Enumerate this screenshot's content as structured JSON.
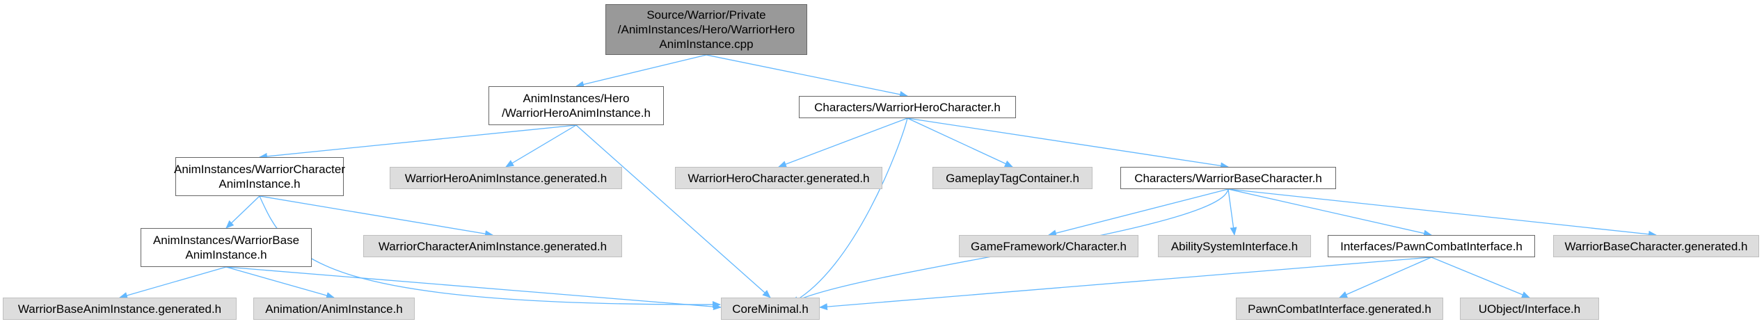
{
  "colors": {
    "root_fill": "#999999",
    "local_fill": "#ffffff",
    "external_fill": "#dddddd",
    "edge": "#63b8ff"
  },
  "nodes": {
    "root": {
      "label": "Source/Warrior/Private\n/AnimInstances/Hero/WarriorHero\nAnimInstance.cpp",
      "kind": "root"
    },
    "heroAnimH": {
      "label": "AnimInstances/Hero\n/WarriorHeroAnimInstance.h",
      "kind": "local"
    },
    "heroCharH": {
      "label": "Characters/WarriorHeroCharacter.h",
      "kind": "local"
    },
    "charAnimH": {
      "label": "AnimInstances/WarriorCharacter\nAnimInstance.h",
      "kind": "local"
    },
    "heroAnimGen": {
      "label": "WarriorHeroAnimInstance.generated.h",
      "kind": "external"
    },
    "heroCharGen": {
      "label": "WarriorHeroCharacter.generated.h",
      "kind": "external"
    },
    "tagContainer": {
      "label": "GameplayTagContainer.h",
      "kind": "external"
    },
    "baseCharH": {
      "label": "Characters/WarriorBaseCharacter.h",
      "kind": "local"
    },
    "baseAnimH": {
      "label": "AnimInstances/WarriorBase\nAnimInstance.h",
      "kind": "local"
    },
    "charAnimGen": {
      "label": "WarriorCharacterAnimInstance.generated.h",
      "kind": "external"
    },
    "gfChar": {
      "label": "GameFramework/Character.h",
      "kind": "external"
    },
    "abilityIf": {
      "label": "AbilitySystemInterface.h",
      "kind": "external"
    },
    "pawnCombatH": {
      "label": "Interfaces/PawnCombatInterface.h",
      "kind": "local"
    },
    "baseCharGen": {
      "label": "WarriorBaseCharacter.generated.h",
      "kind": "external"
    },
    "baseAnimGen": {
      "label": "WarriorBaseAnimInstance.generated.h",
      "kind": "external"
    },
    "animInst": {
      "label": "Animation/AnimInstance.h",
      "kind": "external"
    },
    "coreMin": {
      "label": "CoreMinimal.h",
      "kind": "external"
    },
    "pawnCombatGen": {
      "label": "PawnCombatInterface.generated.h",
      "kind": "external"
    },
    "uobjIf": {
      "label": "UObject/Interface.h",
      "kind": "external"
    }
  },
  "edges": [
    [
      "root",
      "heroAnimH"
    ],
    [
      "root",
      "heroCharH"
    ],
    [
      "heroAnimH",
      "charAnimH"
    ],
    [
      "heroAnimH",
      "heroAnimGen"
    ],
    [
      "heroAnimH",
      "coreMin"
    ],
    [
      "charAnimH",
      "baseAnimH"
    ],
    [
      "charAnimH",
      "charAnimGen"
    ],
    [
      "charAnimH",
      "coreMin"
    ],
    [
      "baseAnimH",
      "baseAnimGen"
    ],
    [
      "baseAnimH",
      "animInst"
    ],
    [
      "baseAnimH",
      "coreMin"
    ],
    [
      "heroCharH",
      "heroCharGen"
    ],
    [
      "heroCharH",
      "tagContainer"
    ],
    [
      "heroCharH",
      "baseCharH"
    ],
    [
      "heroCharH",
      "coreMin"
    ],
    [
      "baseCharH",
      "gfChar"
    ],
    [
      "baseCharH",
      "abilityIf"
    ],
    [
      "baseCharH",
      "pawnCombatH"
    ],
    [
      "baseCharH",
      "baseCharGen"
    ],
    [
      "baseCharH",
      "coreMin"
    ],
    [
      "pawnCombatH",
      "pawnCombatGen"
    ],
    [
      "pawnCombatH",
      "uobjIf"
    ],
    [
      "pawnCombatH",
      "coreMin"
    ]
  ]
}
